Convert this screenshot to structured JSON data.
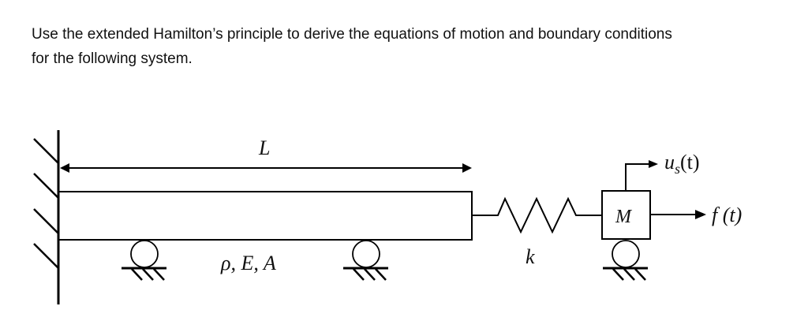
{
  "question": {
    "line1": "Use the extended Hamilton’s principle to derive the equations of motion and boundary conditions",
    "line2": "for the following system."
  },
  "diagram": {
    "length_label": "L",
    "bar_properties_label": "ρ, E, A",
    "spring_label": "k",
    "mass_label": "M",
    "displacement_label_base": "u",
    "displacement_label_sub": "s",
    "displacement_label_arg": "(t)",
    "force_label": "f (t)",
    "colors": {
      "stroke": "#000000",
      "background": "#ffffff"
    }
  }
}
